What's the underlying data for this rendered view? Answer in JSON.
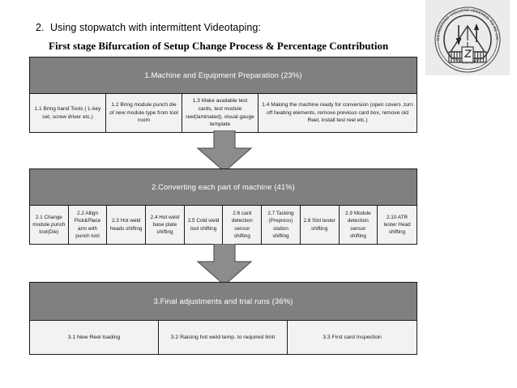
{
  "heading": {
    "number": "2.",
    "line1": "Using stopwatch with intermittent Videotaping:",
    "line2": "First stage Bifurcation of Setup Change Process & Percentage Contribution"
  },
  "logo": {
    "name": "punjab-engineering-college-logo",
    "arc_top_text": "PUNJAB ENGINEERING COLLEGE (DEEMED TO BE UNIVERSITY)",
    "arc_bottom_text": "CHANDIGARH"
  },
  "colors": {
    "header_gray": "#808080",
    "cell_gray": "#f2f2f2",
    "border": "#1a1a1a",
    "arrow_fill": "#8c8c8c",
    "arrow_stroke": "#595959",
    "logo_bg": "#ebebeb"
  },
  "connectors": [
    {
      "name": "arrow-stage1-to-stage2",
      "direction": "down"
    },
    {
      "name": "arrow-stage2-to-stage3",
      "direction": "down"
    }
  ],
  "stages": [
    {
      "id": "stage1",
      "header": "1.Machine and Equipment Preparation  (23%)",
      "percent": "23%",
      "cells": [
        "1.1 Bring hand Tools ( L-key set, screw driver etc.)",
        "1.2 Bring module punch die of new module type from tool room",
        "1.3 Make available test cards, test module reel(laminated), visual gauge template",
        "1.4 Making the machine ready for conversion (open covers ,turn off heating elements, remove previous card box, remove old Reel, install test reel etc.)"
      ]
    },
    {
      "id": "stage2",
      "header": "2.Converting each part of machine  (41%)",
      "percent": "41%",
      "cells": [
        "2.1 Change module punch tool(Die)",
        "2.2 Allign Pick&Place arm with punch tool",
        "2.3 Hot weld heads shifting",
        "2.4 Hot weld base plate shifting",
        "2.5 Cold weld tool shifting",
        "2.6 card detection sensor shifting",
        "2.7 Tacking (Prepress) station shifting",
        "2.8 Slot tester shifting",
        "2.9 Module detection sensor shifting",
        "2.10 ATR tester Head shifting"
      ]
    },
    {
      "id": "stage3",
      "header": "3.Final adjustments and trial runs  (36%)",
      "percent": "36%",
      "cells": [
        "3.1 New Reel loading",
        "3.2 Raising hot weld temp. to required limit",
        "3.3 First card Inspection"
      ]
    }
  ]
}
